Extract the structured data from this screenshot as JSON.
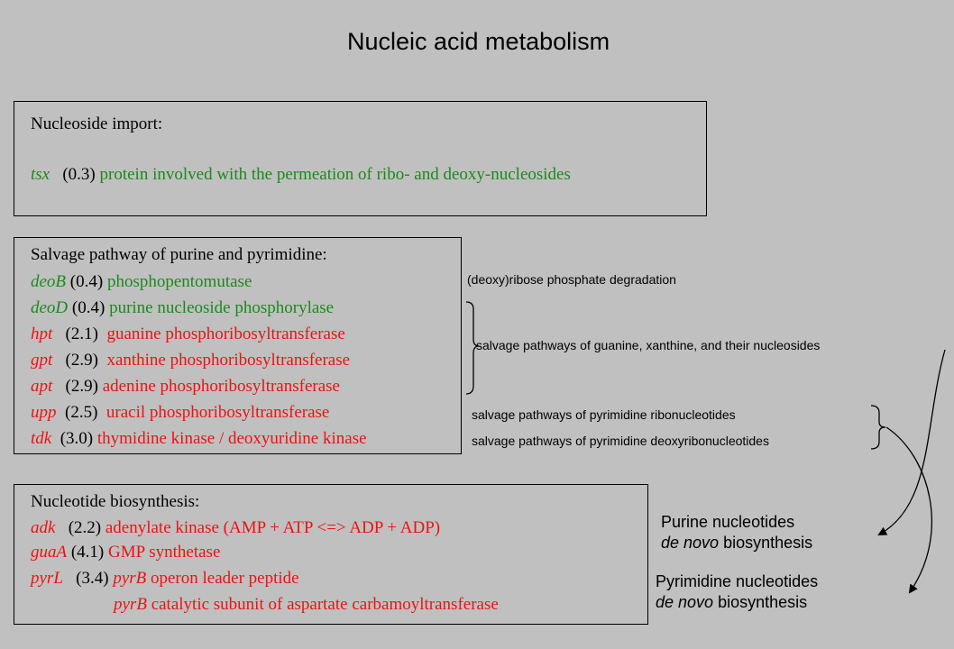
{
  "title": "Nucleic acid metabolism",
  "import_box": {
    "heading": "Nucleoside import:",
    "gene": "tsx",
    "pos": "(0.3)",
    "desc": "protein involved with the permeation of ribo- and deoxy-nucleosides"
  },
  "salvage_box": {
    "heading": "Salvage pathway of purine and pyrimidine:",
    "rows": [
      {
        "gene": "deoB",
        "pos": "(0.4)",
        "desc": "phosphopentomutase"
      },
      {
        "gene": "deoD",
        "pos": "(0.4)",
        "desc": "purine nucleoside phosphorylase"
      },
      {
        "gene": "hpt",
        "pos": "(2.1)",
        "desc": "guanine phosphoribosyltransferase"
      },
      {
        "gene": "gpt",
        "pos": "(2.9)",
        "desc": "xanthine phosphoribosyltransferase"
      },
      {
        "gene": "apt",
        "pos": "(2.9)",
        "desc": "adenine phosphoribosyltransferase"
      },
      {
        "gene": "upp",
        "pos": "(2.5)",
        "desc": "uracil phosphoribosyltransferase"
      },
      {
        "gene": "tdk",
        "pos": "(3.0)",
        "desc": "thymidine kinase / deoxyuridine kinase"
      }
    ]
  },
  "synthesis_box": {
    "heading": "Nucleotide biosynthesis:",
    "rows": [
      {
        "gene": "adk",
        "pos": "(2.2)",
        "desc": "adenylate kinase (AMP + ATP <=> ADP + ADP)"
      },
      {
        "gene": "guaA",
        "pos": "(4.1)",
        "desc": "GMP synthetase"
      },
      {
        "gene": "pyrL",
        "pos": "(3.4)",
        "gene2": "pyrB",
        "desc": "operon leader peptide"
      },
      {
        "gene2": "pyrB",
        "desc": "catalytic subunit of aspartate carbamoyltransferase"
      }
    ]
  },
  "annotations": {
    "deoxyribose": "(deoxy)ribose phosphate degradation",
    "guanine": "salvage pathways of guanine, xanthine, and their nucleosides",
    "pyr_ribo": "salvage pathways of pyrimidine ribonucleotides",
    "pyr_deoxy": "salvage pathways of pyrimidine deoxyribonucleotides"
  },
  "targets": {
    "purine_line1": "Purine nucleotides",
    "purine_italic": "de novo",
    "purine_rest": "biosynthesis",
    "pyrimidine_line1": "Pyrimidine nucleotides",
    "pyrimidine_italic": "de novo",
    "pyrimidine_rest": "biosynthesis"
  },
  "colors": {
    "background": "#c0c0c0",
    "enzyme_green": "#1a8a1a",
    "enzyme_red": "#ee1111"
  }
}
